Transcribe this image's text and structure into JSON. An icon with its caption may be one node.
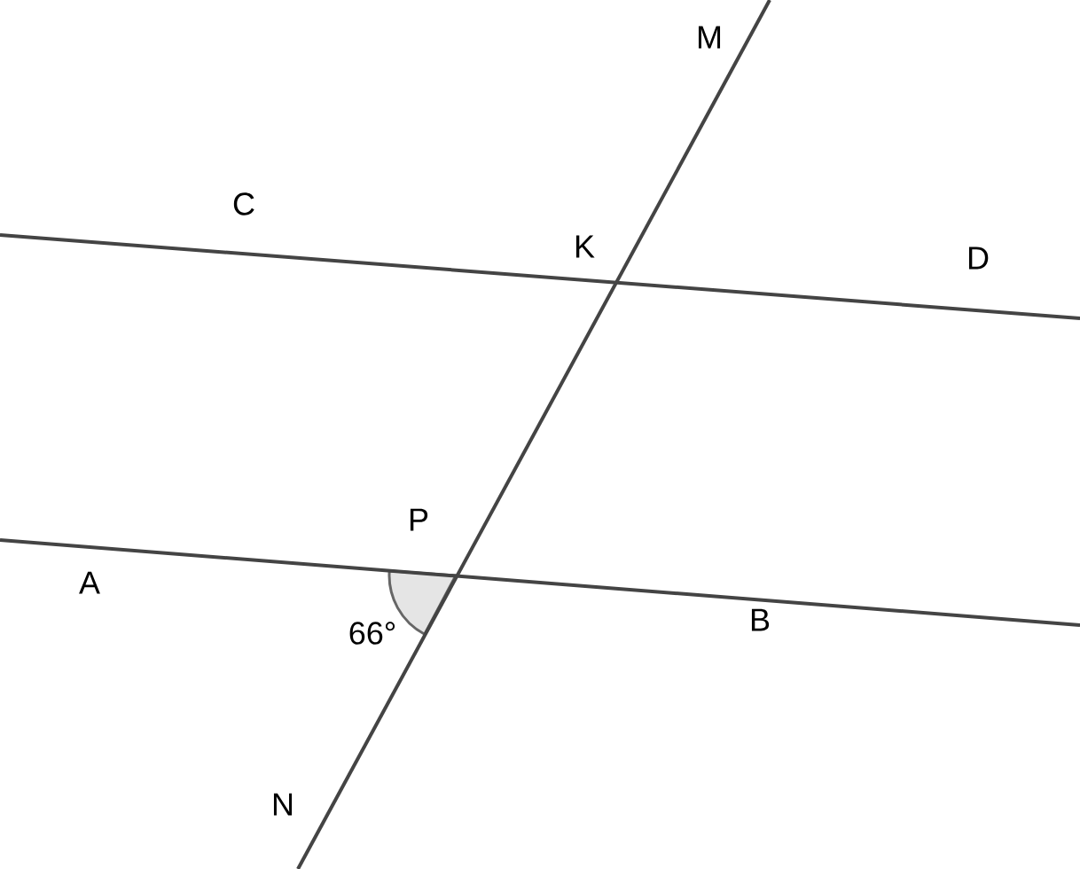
{
  "diagram": {
    "labels": [
      "M",
      "C",
      "K",
      "D",
      "P",
      "A",
      "66°",
      "B",
      "N"
    ]
  }
}
